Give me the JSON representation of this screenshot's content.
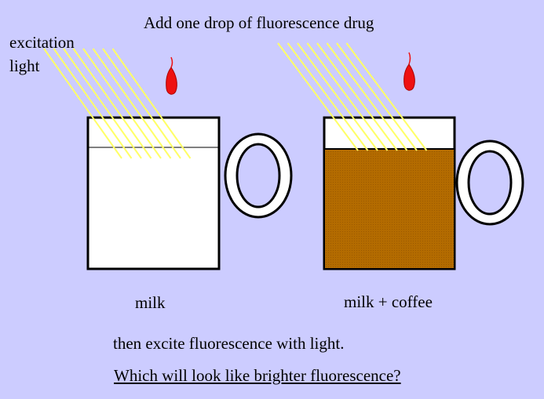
{
  "title": "Add one drop of fluorescence drug",
  "excitation_label": [
    "excitation",
    "light"
  ],
  "cups": [
    {
      "label": "milk",
      "liquid_color": "#ffffff"
    },
    {
      "label": "milk + coffee",
      "liquid_color": "#b36b00"
    }
  ],
  "instruction": "then excite fluorescence with light.",
  "question": "Which will look like brighter fluorescence?",
  "colors": {
    "background": "#ccccff",
    "light_rays": "#ffff66",
    "drop": "#ee1111",
    "cup_outline": "#000000",
    "cup_empty": "#ffffff"
  }
}
